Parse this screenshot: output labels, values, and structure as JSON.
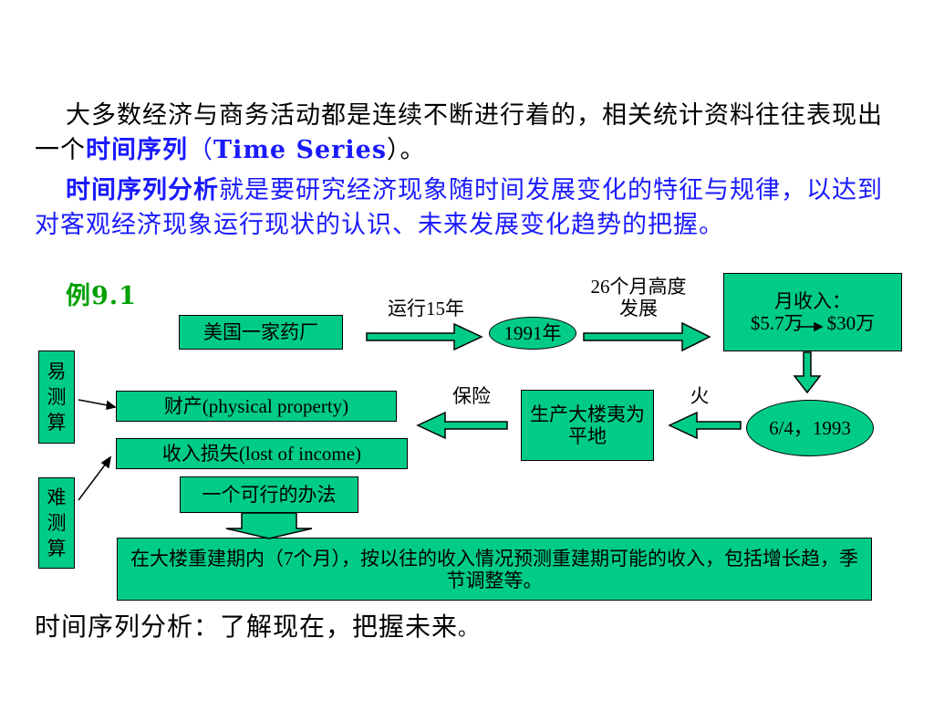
{
  "para1": {
    "text_a": "大多数经济与商务活动都是连续不断进行着的，相关统计资料往往表现出一个",
    "term": "时间序列",
    "open": "（",
    "term_en": "Time Series",
    "close": "）。"
  },
  "para2": {
    "term": "时间序列分析",
    "text": "就是要研究经济现象随时间发展变化的特征与规律，以达到对客观经济现象运行现状的认识、未来发展变化趋势的把握。"
  },
  "example": {
    "prefix": "例",
    "number": "9.1"
  },
  "flow": {
    "company": "美国一家药厂",
    "run_label": "运行15年",
    "year_1991": "1991年",
    "growth_label": "26个月高度发展",
    "income_title": "月收入：",
    "income_from": "$5.7万",
    "income_to": "$30万",
    "date_fire": "6/4，1993",
    "fire_label": "火",
    "building": "生产大楼夷为平地",
    "insurance_label": "保险",
    "property": "财产(physical property)",
    "income_loss": "收入损失(lost of income)",
    "easy": "易测算",
    "hard": "难测算",
    "feasible": "一个可行的办法",
    "method": "在大楼重建期内（7个月），按以往的收入情况预测重建期可能的收入，包括增长趋，季节调整等。"
  },
  "conclusion": {
    "text": "时间序列分析：了解现在，把握未来",
    "end": "。"
  },
  "colors": {
    "box_fill": "#00cc88",
    "term_blue": "#1a1aff",
    "example_green": "#00a000"
  }
}
